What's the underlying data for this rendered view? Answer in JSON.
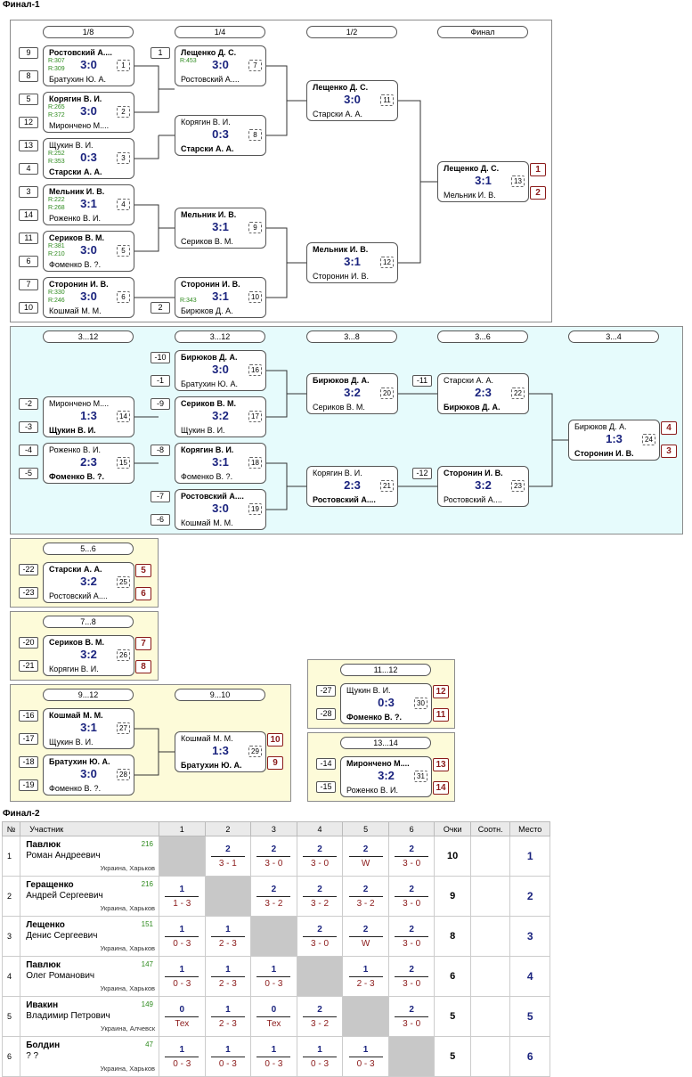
{
  "final1_title": "Финал-1",
  "final2_title": "Финал-2",
  "rounds": {
    "r8": "1/8",
    "r4": "1/4",
    "r2": "1/2",
    "fin": "Финал",
    "c3_12a": "3...12",
    "c3_12b": "3...12",
    "c3_8": "3...8",
    "c3_6": "3...6",
    "c3_4": "3...4",
    "c5_6": "5...6",
    "c7_8": "7...8",
    "c9_12": "9...12",
    "c9_10": "9...10",
    "c11_12": "11...12",
    "c13_14": "13...14"
  },
  "seeds": {
    "s1": "9",
    "s2": "8",
    "s3": "5",
    "s4": "12",
    "s5": "13",
    "s6": "4",
    "s7": "3",
    "s8": "14",
    "s9": "11",
    "s10": "6",
    "s11": "7",
    "s12": "10",
    "s13": "1",
    "s14": "2",
    "c1": "-10",
    "c2": "-1",
    "c3": "-2",
    "c4": "-3",
    "c5": "-9",
    "c6": "-4",
    "c7": "-5",
    "c8": "-8",
    "c9": "-7",
    "c10": "-6",
    "c11": "-11",
    "c12": "-12",
    "y1": "-22",
    "y2": "-23",
    "y3": "-20",
    "y4": "-21",
    "y5": "-16",
    "y6": "-17",
    "y7": "-18",
    "y8": "-19",
    "y9": "-27",
    "y10": "-28",
    "y11": "-14",
    "y12": "-15"
  },
  "matches": {
    "m1": {
      "p1": "Ростовский А....",
      "p2": "Братухин Ю. А.",
      "score": "3:0",
      "no": "1",
      "r1": "R:307",
      "r2": "R:309"
    },
    "m2": {
      "p1": "Корягин В. И.",
      "p2": "Мирончено М....",
      "score": "3:0",
      "no": "2",
      "r1": "R:265",
      "r2": "R:372"
    },
    "m3": {
      "p1": "Щукин В. И.",
      "p2": "Старски А. А.",
      "score": "0:3",
      "no": "3",
      "r1": "R:252",
      "r2": "R:353"
    },
    "m4": {
      "p1": "Мельник И. В.",
      "p2": "Роженко В. И.",
      "score": "3:1",
      "no": "4",
      "r1": "R:222",
      "r2": "R:268"
    },
    "m5": {
      "p1": "Сериков В. М.",
      "p2": "Фоменко В. ?.",
      "score": "3:0",
      "no": "5",
      "r1": "R:381",
      "r2": "R:210"
    },
    "m6": {
      "p1": "Сторонин И. В.",
      "p2": "Кошмай М. М.",
      "score": "3:0",
      "no": "6",
      "r1": "R:330",
      "r2": "R:246"
    },
    "m7": {
      "p1": "Лещенко Д. С.",
      "p2": "Ростовский А....",
      "score": "3:0",
      "no": "7",
      "r1": "R:453"
    },
    "m8": {
      "p1": "Корягин В. И.",
      "p2": "Старски А. А.",
      "score": "0:3",
      "no": "8"
    },
    "m9": {
      "p1": "Мельник И. В.",
      "p2": "Сериков В. М.",
      "score": "3:1",
      "no": "9"
    },
    "m10": {
      "p1": "Сторонин И. В.",
      "p2": "Бирюков Д. А.",
      "score": "3:1",
      "no": "10",
      "r1": "R:343"
    },
    "m11": {
      "p1": "Лещенко Д. С.",
      "p2": "Старски А. А.",
      "score": "3:0",
      "no": "11"
    },
    "m12": {
      "p1": "Мельник И. В.",
      "p2": "Сторонин И. В.",
      "score": "3:1",
      "no": "12"
    },
    "m13": {
      "p1": "Лещенко Д. С.",
      "p2": "Мельник И. В.",
      "score": "3:1",
      "no": "13"
    },
    "m14": {
      "p1": "Мирончено М....",
      "p2": "Щукин В. И.",
      "score": "1:3",
      "no": "14"
    },
    "m15": {
      "p1": "Роженко В. И.",
      "p2": "Фоменко В. ?.",
      "score": "2:3",
      "no": "15"
    },
    "m16": {
      "p1": "Бирюков Д. А.",
      "p2": "Братухин Ю. А.",
      "score": "3:0",
      "no": "16"
    },
    "m17": {
      "p1": "Сериков В. М.",
      "p2": "Щукин В. И.",
      "score": "3:2",
      "no": "17"
    },
    "m18": {
      "p1": "Корягин В. И.",
      "p2": "Фоменко В. ?.",
      "score": "3:1",
      "no": "18"
    },
    "m19": {
      "p1": "Ростовский А....",
      "p2": "Кошмай М. М.",
      "score": "3:0",
      "no": "19"
    },
    "m20": {
      "p1": "Бирюков Д. А.",
      "p2": "Сериков В. М.",
      "score": "3:2",
      "no": "20"
    },
    "m21": {
      "p1": "Корягин В. И.",
      "p2": "Ростовский А....",
      "score": "2:3",
      "no": "21"
    },
    "m22": {
      "p1": "Старски А. А.",
      "p2": "Бирюков Д. А.",
      "score": "2:3",
      "no": "22"
    },
    "m23": {
      "p1": "Сторонин И. В.",
      "p2": "Ростовский А....",
      "score": "3:2",
      "no": "23"
    },
    "m24": {
      "p1": "Бирюков Д. А.",
      "p2": "Сторонин И. В.",
      "score": "1:3",
      "no": "24"
    },
    "m25": {
      "p1": "Старски А. А.",
      "p2": "Ростовский А....",
      "score": "3:2",
      "no": "25"
    },
    "m26": {
      "p1": "Сериков В. М.",
      "p2": "Корягин В. И.",
      "score": "3:2",
      "no": "26"
    },
    "m27": {
      "p1": "Кошмай М. М.",
      "p2": "Щукин В. И.",
      "score": "3:1",
      "no": "27"
    },
    "m28": {
      "p1": "Братухин Ю. А.",
      "p2": "Фоменко В. ?.",
      "score": "3:0",
      "no": "28"
    },
    "m29": {
      "p1": "Кошмай М. М.",
      "p2": "Братухин Ю. А.",
      "score": "1:3",
      "no": "29"
    },
    "m30": {
      "p1": "Щукин В. И.",
      "p2": "Фоменко В. ?.",
      "score": "0:3",
      "no": "30"
    },
    "m31": {
      "p1": "Мирончено М....",
      "p2": "Роженко В. И.",
      "score": "3:2",
      "no": "31"
    }
  },
  "places": {
    "pl1": "1",
    "pl2": "2",
    "pl3": "4",
    "pl4": "3",
    "pl5": "5",
    "pl6": "6",
    "pl7": "7",
    "pl8": "8",
    "pl9": "10",
    "pl10": "9",
    "pl11": "12",
    "pl12": "11",
    "pl13": "13",
    "pl14": "14"
  },
  "table": {
    "headers": {
      "no": "№",
      "participant": "Участник",
      "c1": "1",
      "c2": "2",
      "c3": "3",
      "c4": "4",
      "c5": "5",
      "c6": "6",
      "points": "Очки",
      "ratio": "Соотн.",
      "place": "Место"
    },
    "rows": [
      {
        "n": "1",
        "surname": "Павлюк",
        "given": "Роман Андреевич",
        "rating": "216",
        "city": "Украина, Харьков",
        "cells": [
          null,
          {
            "p": "2",
            "r": "3 - 1"
          },
          {
            "p": "2",
            "r": "3 - 0"
          },
          {
            "p": "2",
            "r": "3 - 0"
          },
          {
            "p": "2",
            "r": "W"
          },
          {
            "p": "2",
            "r": "3 - 0"
          }
        ],
        "points": "10",
        "place": "1"
      },
      {
        "n": "2",
        "surname": "Геращенко",
        "given": "Андрей Сергеевич",
        "rating": "216",
        "city": "Украина, Харьков",
        "cells": [
          {
            "p": "1",
            "r": "1 - 3"
          },
          null,
          {
            "p": "2",
            "r": "3 - 2"
          },
          {
            "p": "2",
            "r": "3 - 2"
          },
          {
            "p": "2",
            "r": "3 - 2"
          },
          {
            "p": "2",
            "r": "3 - 0"
          }
        ],
        "points": "9",
        "place": "2"
      },
      {
        "n": "3",
        "surname": "Лещенко",
        "given": "Денис Сергеевич",
        "rating": "151",
        "city": "Украина, Харьков",
        "cells": [
          {
            "p": "1",
            "r": "0 - 3"
          },
          {
            "p": "1",
            "r": "2 - 3"
          },
          null,
          {
            "p": "2",
            "r": "3 - 0"
          },
          {
            "p": "2",
            "r": "W"
          },
          {
            "p": "2",
            "r": "3 - 0"
          }
        ],
        "points": "8",
        "place": "3"
      },
      {
        "n": "4",
        "surname": "Павлюк",
        "given": "Олег Романович",
        "rating": "147",
        "city": "Украина, Харьков",
        "cells": [
          {
            "p": "1",
            "r": "0 - 3"
          },
          {
            "p": "1",
            "r": "2 - 3"
          },
          {
            "p": "1",
            "r": "0 - 3"
          },
          null,
          {
            "p": "1",
            "r": "2 - 3"
          },
          {
            "p": "2",
            "r": "3 - 0"
          }
        ],
        "points": "6",
        "place": "4"
      },
      {
        "n": "5",
        "surname": "Ивакин",
        "given": "Владимир Петрович",
        "rating": "149",
        "city": "Украина, Алчевск",
        "cells": [
          {
            "p": "0",
            "r": "Тех"
          },
          {
            "p": "1",
            "r": "2 - 3"
          },
          {
            "p": "0",
            "r": "Тех"
          },
          {
            "p": "2",
            "r": "3 - 2"
          },
          null,
          {
            "p": "2",
            "r": "3 - 0"
          }
        ],
        "points": "5",
        "place": "5"
      },
      {
        "n": "6",
        "surname": "Болдин",
        "given": "? ?",
        "rating": "47",
        "city": "Украина, Харьков",
        "cells": [
          {
            "p": "1",
            "r": "0 - 3"
          },
          {
            "p": "1",
            "r": "0 - 3"
          },
          {
            "p": "1",
            "r": "0 - 3"
          },
          {
            "p": "1",
            "r": "0 - 3"
          },
          {
            "p": "1",
            "r": "0 - 3"
          },
          null
        ],
        "points": "5",
        "place": "6"
      }
    ]
  },
  "colors": {
    "score": "#1a237e",
    "place": "#8b1a1a",
    "rating": "#2e8b1e",
    "cyan_panel": "#e6fbfc",
    "yellow_panel": "#fdfbd9"
  }
}
